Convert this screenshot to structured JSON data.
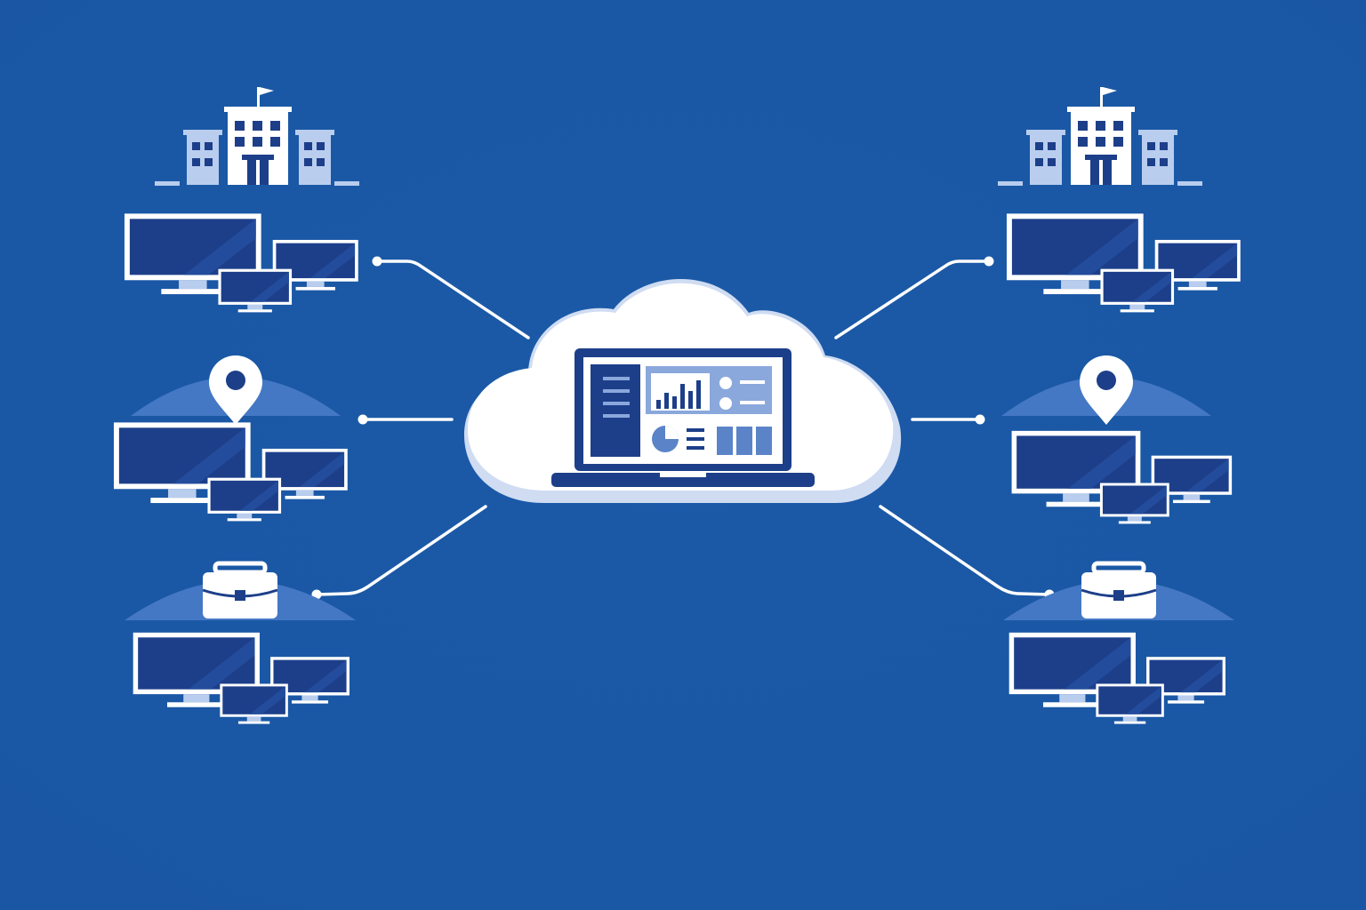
{
  "colors": {
    "background": "#1b5aa8",
    "background_edge": "#1a56a3",
    "line": "#ffffff",
    "icon_white": "#ffffff",
    "icon_light": "#b9cdee",
    "screen_fill": "#1d3f8a",
    "screen_sheen": "#234d9c",
    "arc_fill": "#4478c4",
    "cloud_white": "#ffffff",
    "cloud_shadow": "#cfdcf2",
    "laptop_frame": "#1d3f8a",
    "dashboard_sidebar": "#1d3f8a",
    "dashboard_panel": "#8aa8dc",
    "dashboard_accent": "#5b84c8"
  },
  "center": {
    "icon": "cloud-icon",
    "device": "laptop-dashboard-icon"
  },
  "branches": [
    {
      "side": "left",
      "site_icon": "office-building-icon",
      "devices": "monitor-cluster"
    },
    {
      "side": "left",
      "site_icon": "location-pin-icon",
      "devices": "monitor-cluster"
    },
    {
      "side": "left",
      "site_icon": "briefcase-icon",
      "devices": "monitor-cluster"
    },
    {
      "side": "right",
      "site_icon": "office-building-icon",
      "devices": "monitor-cluster"
    },
    {
      "side": "right",
      "site_icon": "location-pin-icon",
      "devices": "monitor-cluster"
    },
    {
      "side": "right",
      "site_icon": "briefcase-icon",
      "devices": "monitor-cluster"
    }
  ]
}
